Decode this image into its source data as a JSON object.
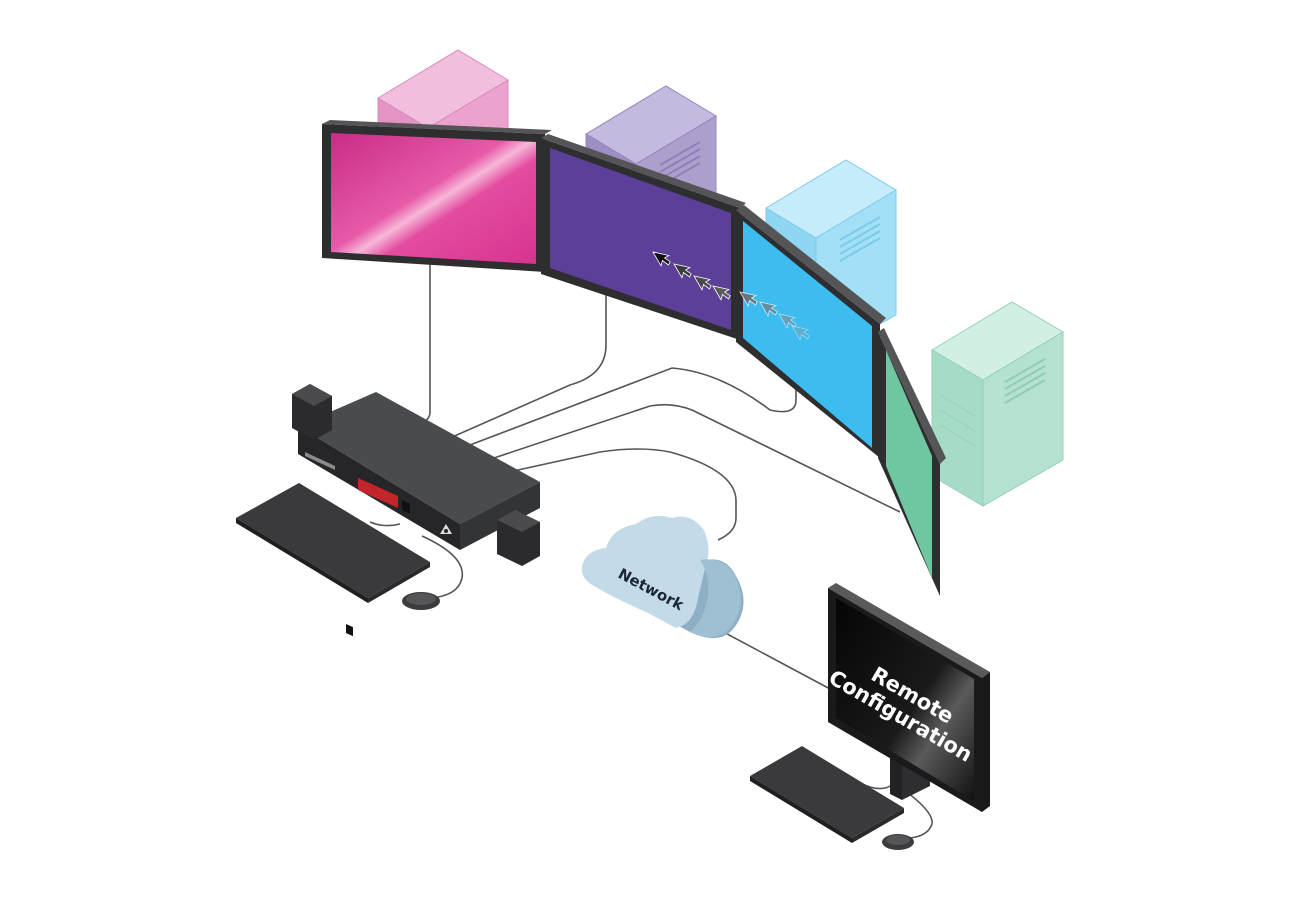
{
  "labels": {
    "network": "Network",
    "remote_line1": "Remote",
    "remote_line2": "Configuration"
  },
  "colors": {
    "screen_1": "#e0409a",
    "screen_2": "#5b3f98",
    "screen_3": "#3dbcef",
    "screen_4": "#6fc7a2",
    "computer_1": "#eba2cd",
    "computer_2": "#ad9fcc",
    "computer_3": "#a3dff6",
    "computer_4": "#b4e2cf",
    "kvm_switch": "#333436",
    "kvm_display": "#c3252b",
    "cloud": "#b9d6e6",
    "cable": "#555555"
  },
  "icons": [
    "computer-tower-icon",
    "monitor-icon",
    "kvm-switch-icon",
    "keyboard-icon",
    "mouse-icon",
    "cloud-icon",
    "mouse-pointer-icon"
  ]
}
